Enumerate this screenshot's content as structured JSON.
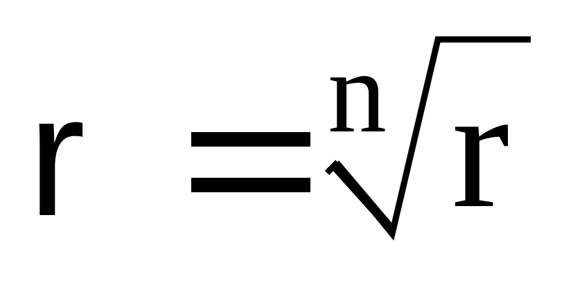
{
  "formula": {
    "lhs": "r",
    "operator": "=",
    "root_index": "n",
    "radicand": "r"
  },
  "icons": {
    "radical": "radical-sign-icon"
  }
}
